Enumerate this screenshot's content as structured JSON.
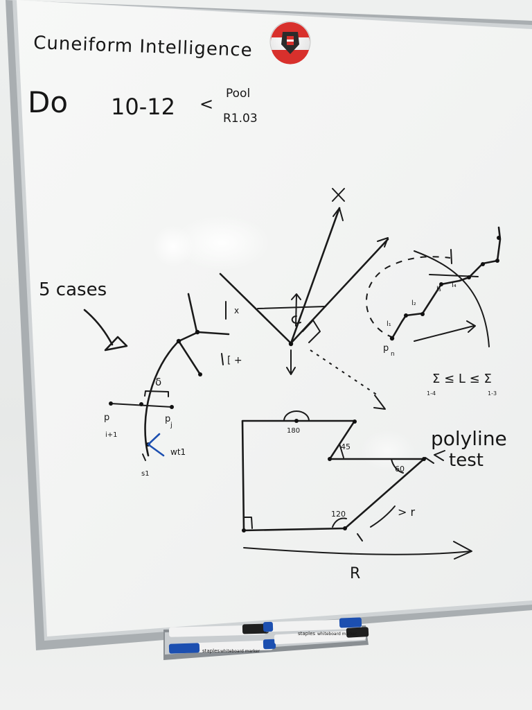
{
  "board": {
    "title": "Cuneiform Intelligence",
    "date": "Do",
    "time": "10-12",
    "place_1": "Pool",
    "place_2": "R1.03"
  },
  "left_sketch": {
    "cases": "5 cases",
    "label_x": "x",
    "label_delta": "δ",
    "label_pi": "p",
    "label_pi_sub": "i+1",
    "label_pj": "p",
    "label_pj_sub": "j",
    "label_wt": "wt1",
    "label_s": "s1",
    "bracket_x": "[ x",
    "bracket_plus": "[ +"
  },
  "right_sketch": {
    "label_x_axis": "x",
    "label_pn": "p",
    "label_pn_sub": "n",
    "labels_l": [
      "l₁",
      "l₂",
      "l₃",
      "l₄"
    ],
    "sum_expr": "Σ ≤ L ≤ Σ",
    "sum_left_sub": "1-4",
    "sum_right_sub": "1-3"
  },
  "polygon_sketch": {
    "angle_180": "180",
    "angle_45": "45",
    "angle_60": "60",
    "angle_120": "120",
    "label_r_small": "> r",
    "label_R": "R",
    "polyline": "polyline",
    "test": "test"
  },
  "colors": {
    "ink": "#1a1a1a",
    "blue_ink": "#1c4fb0",
    "frame": "#b7bcbf",
    "board": "#f6f7f6",
    "sticker_red": "#d8302c"
  },
  "markers": {
    "brand": "staples",
    "text": "whiteboard marker"
  }
}
